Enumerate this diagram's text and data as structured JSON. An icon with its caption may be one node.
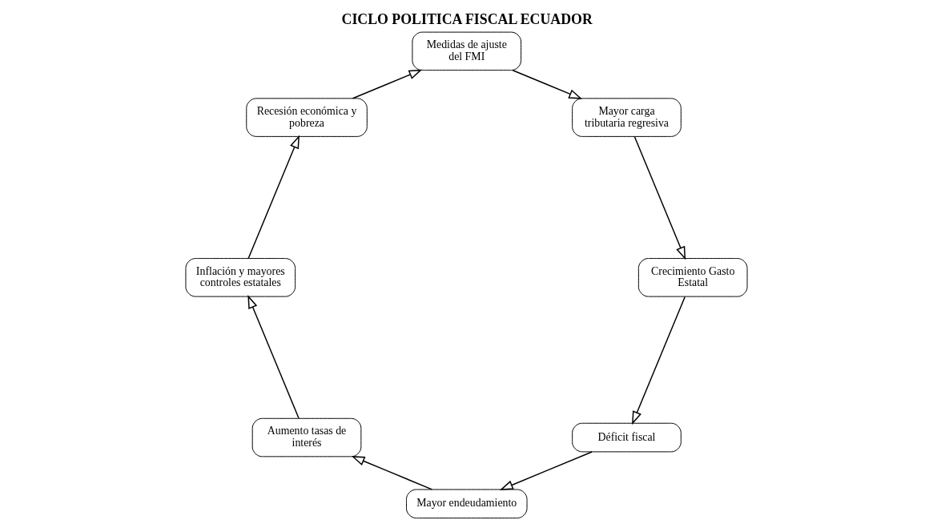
{
  "diagram": {
    "title": "CICLO POLITICA FISCAL ECUADOR",
    "nodes": [
      {
        "text": [
          "Déficit fiscal"
        ]
      },
      {
        "text": [
          "Mayor endeudamiento"
        ]
      },
      {
        "text": [
          "Aumento tasas de interés"
        ]
      },
      {
        "text": [
          "Inflación y mayores controles estatales"
        ]
      },
      {
        "text": [
          "Recesión económica y pobreza"
        ]
      },
      {
        "text": [
          "Medidas de ajuste del FMI"
        ]
      },
      {
        "text": [
          "Mayor carga tributaria regresiva"
        ]
      },
      {
        "text": [
          "Crecimiento Gasto Estatal"
        ]
      }
    ],
    "edges": [
      {
        "from": 0,
        "to": 1,
        "arrow": "to"
      },
      {
        "from": 1,
        "to": 2,
        "arrow": "to"
      },
      {
        "from": 2,
        "to": 3,
        "arrow": "to"
      },
      {
        "from": 3,
        "to": 4,
        "arrow": "to"
      },
      {
        "from": 4,
        "to": 5,
        "arrow": "to"
      },
      {
        "from": 5,
        "to": 6,
        "arrow": "to"
      },
      {
        "from": 6,
        "to": 7,
        "arrow": "to"
      },
      {
        "from": 7,
        "to": 0,
        "arrow": "to"
      }
    ]
  }
}
